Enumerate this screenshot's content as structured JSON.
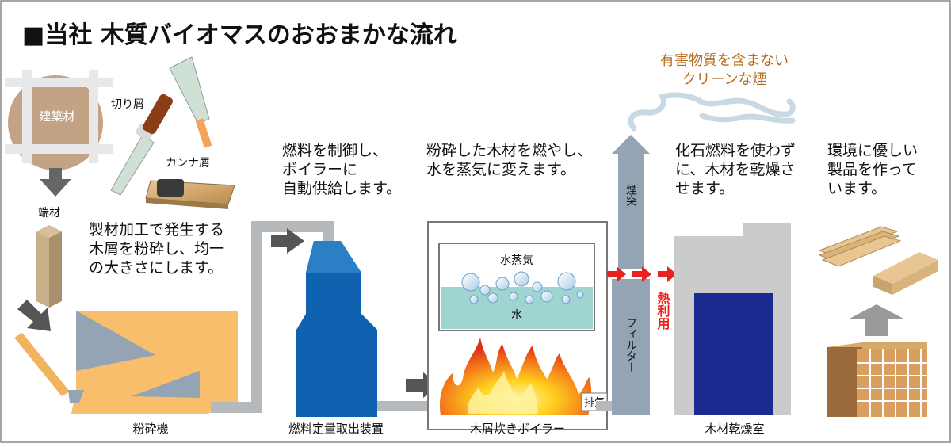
{
  "title": "■当社 木質バイオマスのおおまかな流れ",
  "materials": {
    "building": "建築材",
    "shavings": "切り屑",
    "plane_shavings": "カンナ屑",
    "offcuts": "端材"
  },
  "descriptions": {
    "crusher": [
      "製材加工で発生する",
      "木屑を粉砕し、均一",
      "の大きさにします。"
    ],
    "feeder": [
      "燃料を制御し、",
      "ボイラーに",
      "自動供給します。"
    ],
    "boiler": [
      "粉砕した木材を燃やし、",
      "水を蒸気に変えます。"
    ],
    "dryer": [
      "化石燃料を使わず",
      "に、木材を乾燥さ",
      "せます。"
    ],
    "product": [
      "環境に優しい",
      "製品を作って",
      "います。"
    ],
    "smoke": [
      "有害物質を含まない",
      "クリーンな煙"
    ]
  },
  "labels": {
    "steam": "水蒸気",
    "water": "水",
    "exhaust": "排気",
    "chimney": "煙突",
    "filter": "フィルター",
    "heat": "熱利用"
  },
  "equipment": {
    "crusher": "粉砕機",
    "feeder": "燃料定量取出装置",
    "boiler": "木屑炊きボイラー",
    "dryer": "木材乾燥室"
  },
  "colors": {
    "feeder_blue": "#0e62b0",
    "crusher_orange": "#f8be6c",
    "gray_part": "#94a4b4",
    "water": "#9fd4d0",
    "dryer_door": "#1c2b8f",
    "heat_red": "#e8231f",
    "smoke_text": "#b46b1e"
  }
}
